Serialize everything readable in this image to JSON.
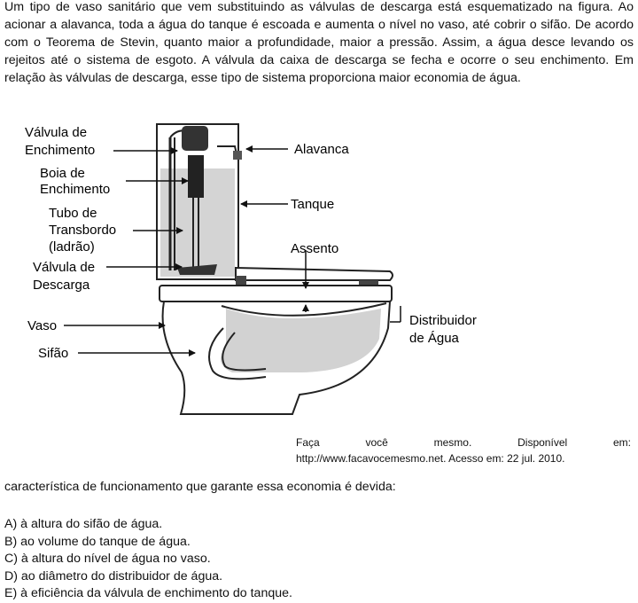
{
  "intro": "Um tipo de vaso sanitário que vem substituindo as válvulas de descarga está esquematizado na figura. Ao acionar a alavanca, toda a água do tanque é escoada e aumenta o nível no vaso, até cobrir o sifão. De acordo com o Teorema de Stevin, quanto maior a profundidade, maior a pressão. Assim, a água desce levando os rejeitos até o sistema de esgoto. A válvula da caixa de descarga se fecha e ocorre o seu enchimento. Em relação às válvulas de descarga, esse tipo de sistema proporciona maior economia de água.",
  "figure": {
    "labels": {
      "valvula_enchimento": [
        "Válvula de",
        "Enchimento"
      ],
      "boia": [
        "Boia de",
        "Enchimento"
      ],
      "tubo": [
        "Tubo de",
        "Transbordo",
        "(ladrão)"
      ],
      "valvula_descarga": [
        "Válvula de",
        "Descarga"
      ],
      "vaso": "Vaso",
      "sifao": "Sifão",
      "alavanca": "Alavanca",
      "tanque": "Tanque",
      "assento": "Assento",
      "distribuidor": [
        "Distribuidor",
        "de Água"
      ]
    }
  },
  "source": {
    "line1": [
      "Faça",
      "você",
      "mesmo.",
      "Disponível",
      "em:"
    ],
    "line2": "http://www.facavocemesmo.net. Acesso em: 22 jul. 2010."
  },
  "question": "característica de funcionamento que garante essa economia é devida:",
  "options": [
    "A)  à altura do sifão de água.",
    "B) ao volume do tanque de água.",
    "C) à altura do nível de água no vaso.",
    "D) ao diâmetro do distribuidor de água.",
    "E) à eficiência da válvula de enchimento do tanque."
  ]
}
